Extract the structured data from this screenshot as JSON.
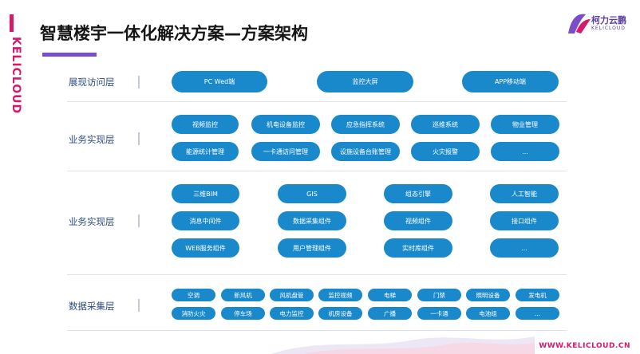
{
  "brand_side": "KELICLOUD",
  "title": "智慧楼宇一体化解决方案—方案架构",
  "logo": {
    "cn": "柯力云鹏",
    "en": "KELICLOUD"
  },
  "footer_url": "WWW.KELICLOUD.CN",
  "colors": {
    "pill": "#1a89cc",
    "accent": "#d6196b",
    "underline": "#7b4ec9"
  },
  "layers": [
    {
      "label": "展现访问层",
      "items": [
        "PC Wed端",
        "监控大屏",
        "APP移动端"
      ]
    },
    {
      "label": "业务实现层",
      "items": [
        "视频监控",
        "机电设备监控",
        "应急指挥系统",
        "巡维系统",
        "物业管理",
        "能源统计管理",
        "一卡通访问管理",
        "设施设备台账管理",
        "火灾报警",
        "..."
      ]
    },
    {
      "label": "业务实现层",
      "items": [
        "三维BIM",
        "GIS",
        "组态引擎",
        "人工智能",
        "消息中间件",
        "数据采集组件",
        "视频组件",
        "接口组件",
        "WEB服务组件",
        "用户管理组件",
        "实时库组件",
        "..."
      ]
    },
    {
      "label": "数据采集层",
      "items": [
        "空调",
        "新风机",
        "风机盘管",
        "监控视频",
        "电梯",
        "门禁",
        "照明设备",
        "发电机",
        "消防火灾",
        "停车场",
        "电力监控",
        "机房设备",
        "广播",
        "一卡通",
        "电池组",
        "..."
      ]
    }
  ]
}
